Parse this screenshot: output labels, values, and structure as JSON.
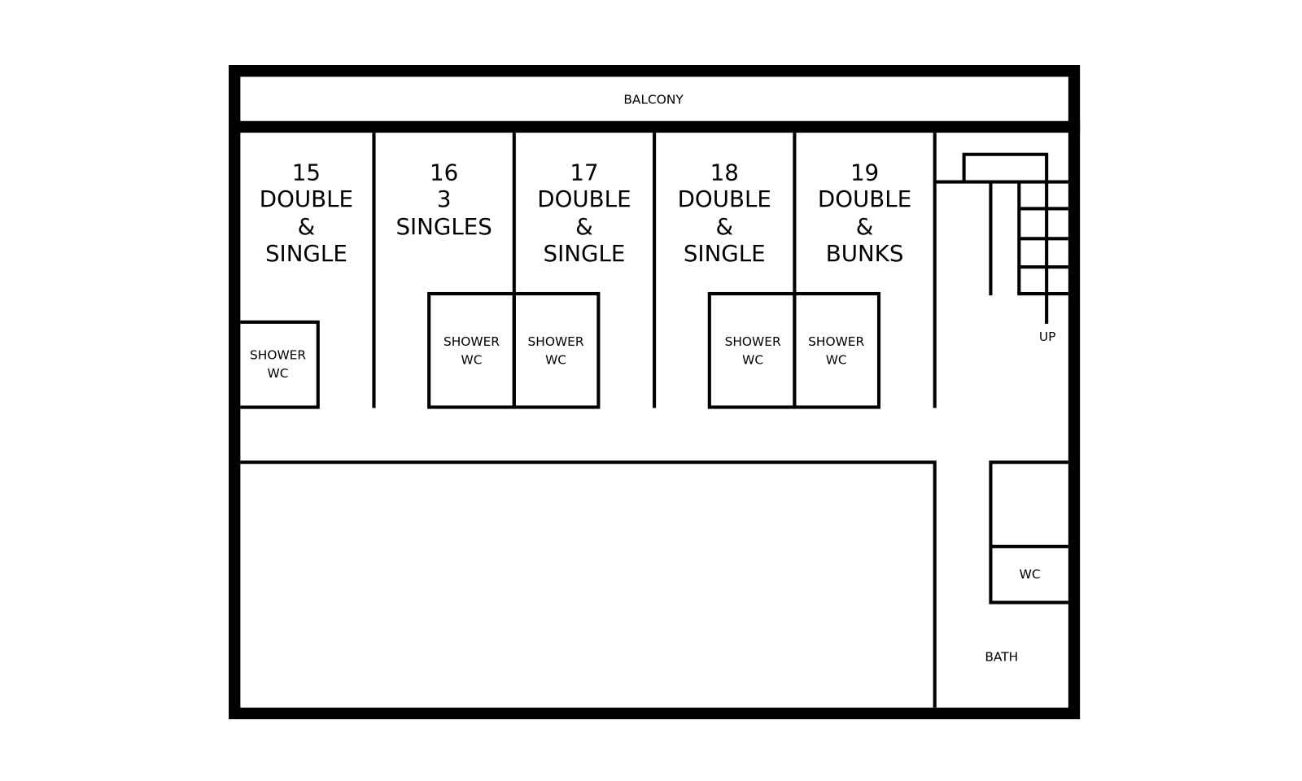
{
  "balcony": "BALCONY",
  "rooms": [
    {
      "number": "15",
      "lines": [
        "DOUBLE",
        "&",
        "SINGLE"
      ]
    },
    {
      "number": "16",
      "lines": [
        "3",
        "SINGLES"
      ]
    },
    {
      "number": "17",
      "lines": [
        "DOUBLE",
        "&",
        "SINGLE"
      ]
    },
    {
      "number": "18",
      "lines": [
        "DOUBLE",
        "&",
        "SINGLE"
      ]
    },
    {
      "number": "19",
      "lines": [
        "DOUBLE",
        "&",
        "BUNKS"
      ]
    }
  ],
  "ensuite": {
    "line1": "SHOWER",
    "line2": "WC"
  },
  "stairs_label": "UP",
  "wc_label": "WC",
  "bath_label": "BATH"
}
